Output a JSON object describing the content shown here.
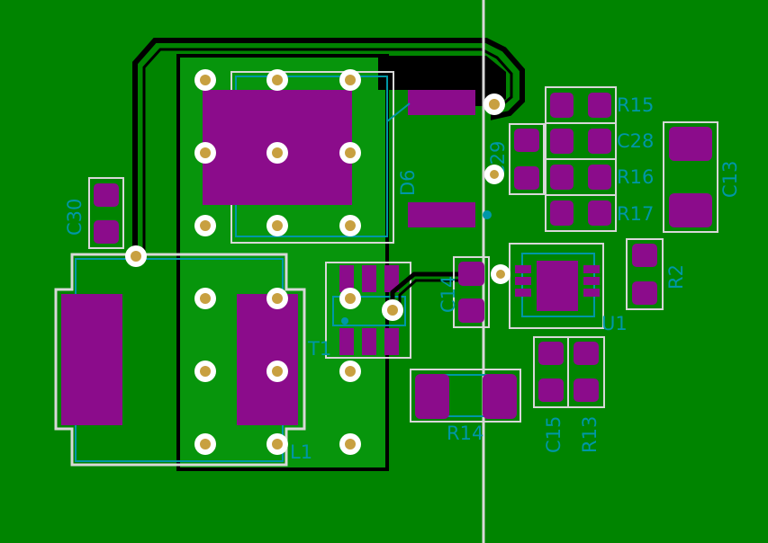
{
  "colors": {
    "board": "#008400",
    "copper": "#04960a",
    "pad": "#8b0c8b",
    "silk": "#d8d8d8",
    "fab": "#0097a7",
    "trace": "#000000",
    "drill": "#c8a040"
  },
  "labels": {
    "r15": "R15",
    "c28": "C28",
    "r16": "R16",
    "r17": "R17",
    "c13": "C13",
    "c29": "C29",
    "d6": "D6",
    "c30": "C30",
    "r2": "R2",
    "c14": "C14",
    "u1": "U1",
    "t1": "T1",
    "r14": "R14",
    "c15": "C15",
    "r13": "R13",
    "l1": "L1"
  }
}
